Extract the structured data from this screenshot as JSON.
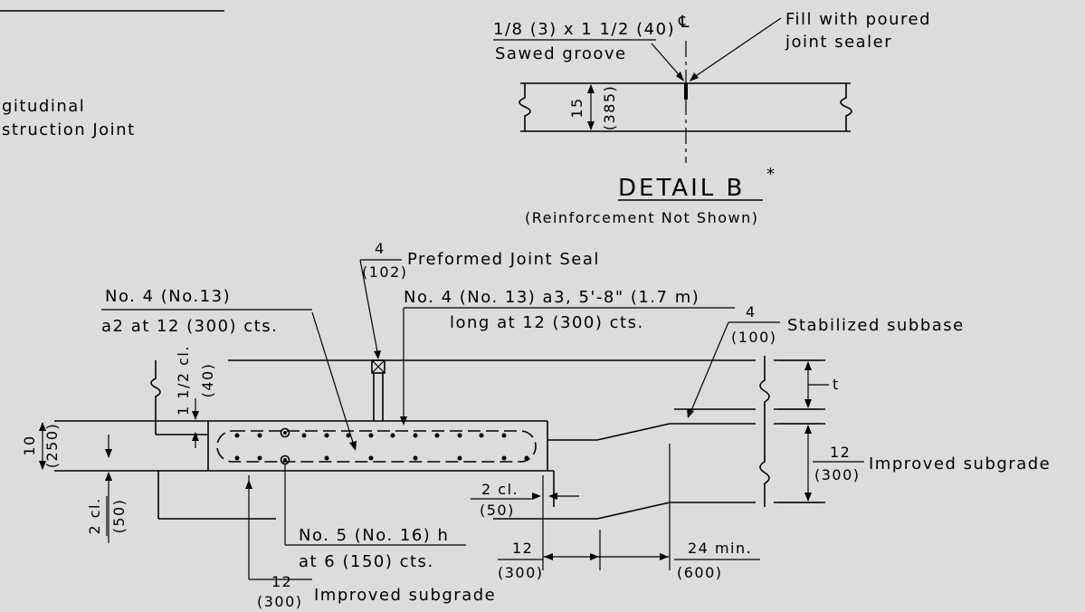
{
  "joint_label": {
    "line1": "gitudinal",
    "line2": "struction Joint"
  },
  "detail_b": {
    "groove_fraction": "1/8 (3) x 1 1/2 (40)",
    "groove_desc": "Sawed groove",
    "centerline": "℄",
    "fill_line1": "Fill with poured",
    "fill_line2": "joint sealer",
    "thickness": "15",
    "thickness_metric": "(385)",
    "title": "DETAIL B",
    "title_mark": "*",
    "note": "(Reinforcement Not Shown)"
  },
  "section": {
    "seal_dim": "4",
    "seal_dim_metric": "(102)",
    "seal_label": "Preformed Joint Seal",
    "bar_a2_line1": "No. 4 (No.13)",
    "bar_a2_line2": "a2 at 12 (300) cts.",
    "bar_a3_line1": "No. 4 (No. 13) a3, 5'-8\" (1.7 m)",
    "bar_a3_line2": "long at 12 (300) cts.",
    "subbase_dim": "4",
    "subbase_dim_metric": "(100)",
    "subbase_label": "Stabilized subbase",
    "cover_top": "1 1/2 cl.",
    "cover_top_metric": "(40)",
    "t_label": "t",
    "depth": "10",
    "depth_metric": "(250)",
    "subgrade_dim": "12",
    "subgrade_dim_metric": "(300)",
    "subgrade_label": "Improved subgrade",
    "cover_end": "2 cl.",
    "cover_end_metric": "(50)",
    "cover_bottom": "2 cl.",
    "cover_bottom_metric": "(50)",
    "bar_h_line1": "No. 5 (No. 16) h",
    "bar_h_line2": "at 6 (150) cts.",
    "width_dim": "12",
    "width_dim_metric": "(300)",
    "min_dim": "24 min.",
    "min_dim_metric": "(600)",
    "bottom_dim": "12",
    "bottom_dim_metric": "(300)",
    "bottom_label": "Improved subgrade"
  }
}
